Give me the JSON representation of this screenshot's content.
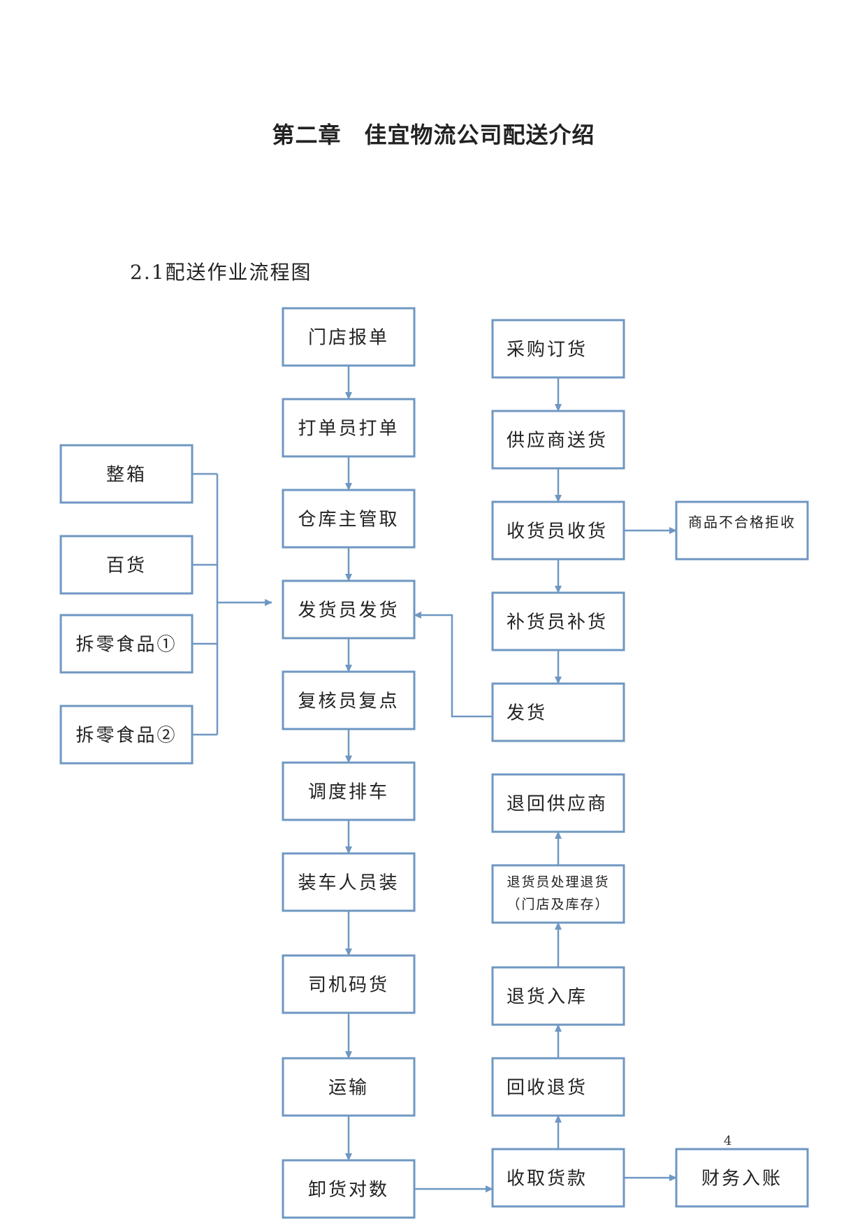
{
  "page": {
    "chapter_title": "第二章　佳宜物流公司配送介绍",
    "section_title": "2.1配送作业流程图",
    "page_number": "4"
  },
  "diagram": {
    "nodes": [
      {
        "id": "store-report",
        "label": "门店报单"
      },
      {
        "id": "clerk-print",
        "label": "打单员打单"
      },
      {
        "id": "warehouse-manager",
        "label": "仓库主管取"
      },
      {
        "id": "shipper-ship",
        "label": "发货员发货"
      },
      {
        "id": "checker-recount",
        "label": "复核员复点"
      },
      {
        "id": "dispatch-schedule",
        "label": "调度排车"
      },
      {
        "id": "loader-load",
        "label": "装车人员装"
      },
      {
        "id": "driver-stack",
        "label": "司机码货"
      },
      {
        "id": "transport",
        "label": "运输"
      },
      {
        "id": "unload-count",
        "label": "卸货对数"
      },
      {
        "id": "purchase-order",
        "label": "采购订货"
      },
      {
        "id": "supplier-deliver",
        "label": "供应商送货"
      },
      {
        "id": "receiver-receive",
        "label": "收货员收货"
      },
      {
        "id": "replenisher-replenish",
        "label": "补货员补货"
      },
      {
        "id": "dispatch-goods",
        "label": "发货"
      },
      {
        "id": "reject-unqualified",
        "label": "商品不合格拒收"
      },
      {
        "id": "full-case",
        "label": "整箱"
      },
      {
        "id": "general-goods",
        "label": "百货"
      },
      {
        "id": "loose-food-1",
        "label": "拆零食品①"
      },
      {
        "id": "loose-food-2",
        "label": "拆零食品②"
      },
      {
        "id": "return-supplier",
        "label": "退回供应商"
      },
      {
        "id": "return-clerk-process",
        "label": "退货员处理退货",
        "label2": "（门店及库存）"
      },
      {
        "id": "return-warehousing",
        "label": "退货入库"
      },
      {
        "id": "collect-returns",
        "label": "回收退货"
      },
      {
        "id": "collect-payment",
        "label": "收取货款"
      },
      {
        "id": "finance-entry",
        "label": "财务入账"
      }
    ],
    "edges": [
      {
        "from": "store-report",
        "to": "clerk-print"
      },
      {
        "from": "clerk-print",
        "to": "warehouse-manager"
      },
      {
        "from": "warehouse-manager",
        "to": "shipper-ship"
      },
      {
        "from": "shipper-ship",
        "to": "checker-recount"
      },
      {
        "from": "checker-recount",
        "to": "dispatch-schedule"
      },
      {
        "from": "dispatch-schedule",
        "to": "loader-load"
      },
      {
        "from": "loader-load",
        "to": "driver-stack"
      },
      {
        "from": "driver-stack",
        "to": "transport"
      },
      {
        "from": "transport",
        "to": "unload-count"
      },
      {
        "from": "purchase-order",
        "to": "supplier-deliver"
      },
      {
        "from": "supplier-deliver",
        "to": "receiver-receive"
      },
      {
        "from": "receiver-receive",
        "to": "replenisher-replenish"
      },
      {
        "from": "replenisher-replenish",
        "to": "dispatch-goods"
      },
      {
        "from": "receiver-receive",
        "to": "reject-unqualified"
      },
      {
        "from": "dispatch-goods",
        "to": "shipper-ship"
      },
      {
        "from": "full-case",
        "to": "shipper-ship"
      },
      {
        "from": "general-goods",
        "to": "shipper-ship"
      },
      {
        "from": "loose-food-1",
        "to": "shipper-ship"
      },
      {
        "from": "loose-food-2",
        "to": "shipper-ship"
      },
      {
        "from": "unload-count",
        "to": "collect-payment"
      },
      {
        "from": "collect-payment",
        "to": "finance-entry"
      },
      {
        "from": "collect-payment",
        "to": "collect-returns"
      },
      {
        "from": "collect-returns",
        "to": "return-warehousing"
      },
      {
        "from": "return-warehousing",
        "to": "return-clerk-process"
      },
      {
        "from": "return-clerk-process",
        "to": "return-supplier"
      }
    ],
    "colors": {
      "stroke": "#6f97c2",
      "text": "#222222"
    }
  }
}
